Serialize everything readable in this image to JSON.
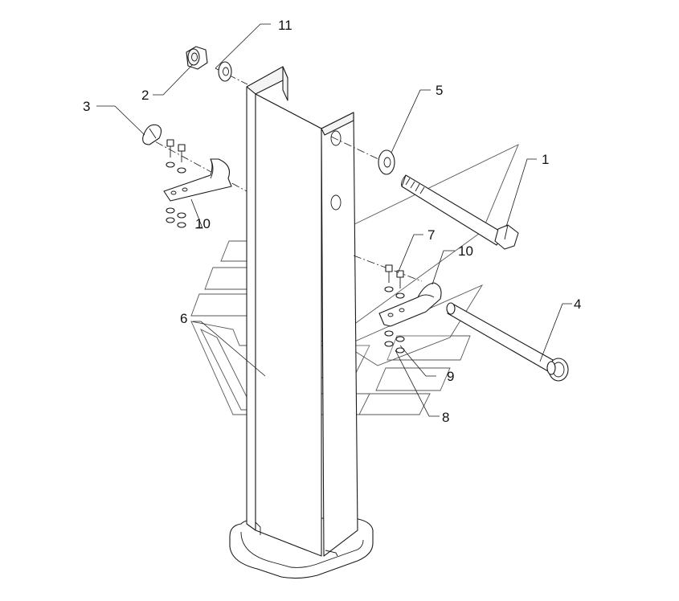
{
  "callouts": {
    "c1": "1",
    "c2": "2",
    "c3": "3",
    "c4": "4",
    "c5": "5",
    "c6": "6",
    "c7": "7",
    "c8": "8",
    "c9": "9",
    "c10_left": "10",
    "c10_right": "10",
    "c11": "11"
  },
  "colors": {
    "line": "#1a1a1a",
    "background": "#ffffff",
    "watermark": "#555555"
  }
}
